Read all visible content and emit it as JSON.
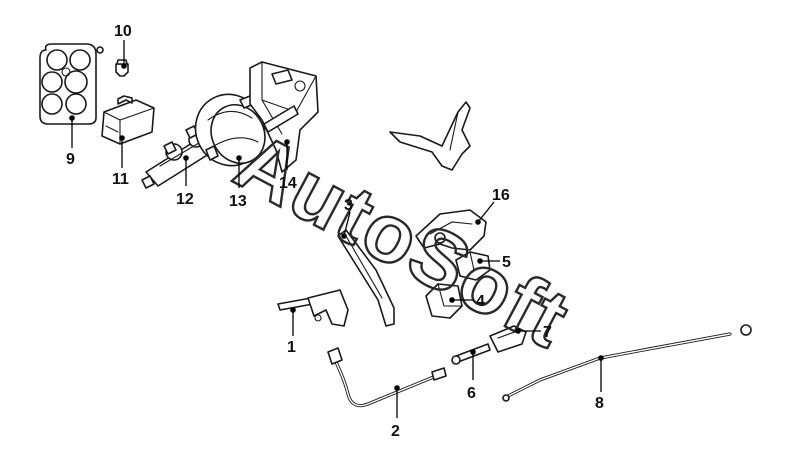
{
  "watermark": "AutoSoft",
  "callouts": [
    {
      "id": "1",
      "label": "1"
    },
    {
      "id": "2",
      "label": "2"
    },
    {
      "id": "3",
      "label": "3"
    },
    {
      "id": "4",
      "label": "4"
    },
    {
      "id": "5",
      "label": "5"
    },
    {
      "id": "6",
      "label": "6"
    },
    {
      "id": "7",
      "label": "7"
    },
    {
      "id": "8",
      "label": "8"
    },
    {
      "id": "9",
      "label": "9"
    },
    {
      "id": "10",
      "label": "10"
    },
    {
      "id": "11",
      "label": "11"
    },
    {
      "id": "12",
      "label": "12"
    },
    {
      "id": "13",
      "label": "13"
    },
    {
      "id": "14",
      "label": "14"
    },
    {
      "id": "16",
      "label": "16"
    }
  ]
}
